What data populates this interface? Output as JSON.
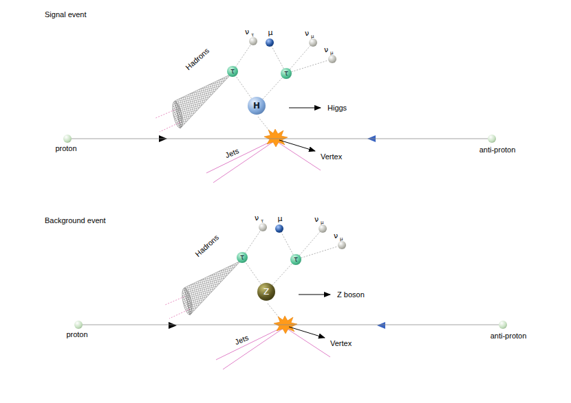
{
  "diagram": {
    "nodes": [
      {
        "text": [
          "ν",
          "τ"
        ]
      },
      {
        "text": [
          "μ"
        ]
      },
      {
        "text": [
          "ν",
          "μ"
        ]
      },
      {
        "text": [
          "ν",
          "μ"
        ]
      },
      {
        "text": [
          "τ"
        ]
      },
      {
        "text": [
          "τ"
        ]
      },
      {
        "text": [
          "H"
        ]
      },
      {
        "text": [
          "proton"
        ]
      },
      {
        "text": [
          "anti-proton"
        ]
      },
      {
        "text": [
          "ν",
          "τ"
        ]
      },
      {
        "text": [
          "μ"
        ]
      },
      {
        "text": [
          "ν",
          "μ"
        ]
      },
      {
        "text": [
          "ν",
          "μ"
        ]
      },
      {
        "text": [
          "τ"
        ]
      },
      {
        "text": [
          "τ"
        ]
      },
      {
        "text": [
          "Z"
        ]
      },
      {
        "text": [
          "proton"
        ]
      },
      {
        "text": [
          "anti-proton"
        ]
      }
    ],
    "edges": [
      {
        "from": 6,
        "to": 4,
        "arrow": "none"
      },
      {
        "from": 6,
        "to": 5,
        "arrow": "none"
      },
      {
        "from": 4,
        "to": 0,
        "arrow": "none"
      },
      {
        "from": 5,
        "to": 1,
        "arrow": "none"
      },
      {
        "from": 5,
        "to": 2,
        "arrow": "none"
      },
      {
        "from": 5,
        "to": 3,
        "arrow": "none"
      },
      {
        "from": 7,
        "to": 8,
        "arrow": "none"
      },
      {
        "from": 15,
        "to": 13,
        "arrow": "none"
      },
      {
        "from": 15,
        "to": 14,
        "arrow": "none"
      },
      {
        "from": 13,
        "to": 9,
        "arrow": "none"
      },
      {
        "from": 14,
        "to": 10,
        "arrow": "none"
      },
      {
        "from": 14,
        "to": 11,
        "arrow": "none"
      },
      {
        "from": 14,
        "to": 12,
        "arrow": "none"
      },
      {
        "from": 16,
        "to": 17,
        "arrow": "none"
      }
    ],
    "labels": [
      "Signal event",
      "Hadrons",
      "Higgs",
      "Jets",
      "Vertex",
      "Background event",
      "Hadrons",
      "Z boson",
      "Jets",
      "Vertex"
    ]
  }
}
